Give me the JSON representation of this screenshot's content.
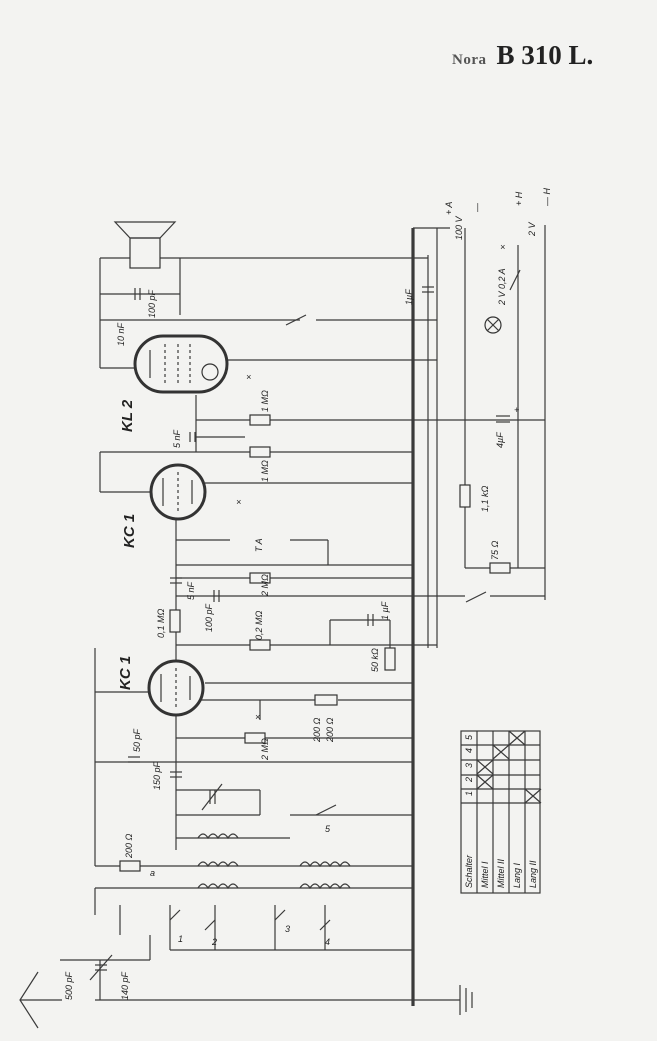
{
  "title": {
    "brand": "Nora",
    "model": "B 310 L."
  },
  "tubes": [
    "KL 2",
    "KC 1",
    "KC 1"
  ],
  "supply": {
    "plus_a": "+ A",
    "voltage_a": "100 V",
    "minus": "—",
    "plus_h": "+ H",
    "voltage_h": "2 V",
    "minus_h": "— H",
    "lamp": "2 V 0,2 A",
    "lamp_x": "×"
  },
  "components": {
    "c_10nf": "10 nF",
    "c_100pf_top": "100 pF",
    "c_1uf_top": "1µF",
    "c_5nf_kl2": "5 nF",
    "r_1m_a": "1 MΩ",
    "c_4uf": "4µF",
    "r_1m_b": "1 MΩ",
    "r_1_1k": "1,1 kΩ",
    "ta": "T A",
    "r_75": "75 Ω",
    "c_5nf_kc1": "5 nF",
    "r_2m_a": "2 MΩ",
    "r_0_1m": "0,1 MΩ",
    "c_100pf_mid": "100 pF",
    "r_0_2m": "0,2 MΩ",
    "c_1uf_mid": "1 µF",
    "r_50k": "50 kΩ",
    "r_200_a": "200 Ω",
    "r_200_b": "200 Ω",
    "r_2m_b": "2 MΩ",
    "c_50pf": "50 pF",
    "c_150pf": "150 pF",
    "r_200_ant": "200 Ω",
    "c_500pf": "500 pF",
    "c_140pf": "140 pF",
    "plus": "+",
    "x": "×",
    "coil_a": "a"
  },
  "switch_numbers": [
    "1",
    "2",
    "3",
    "4",
    "5"
  ],
  "switch_table": {
    "header_label": "Schalter",
    "columns": [
      "1",
      "2",
      "3",
      "4",
      "5"
    ],
    "rows": [
      {
        "label": "Mittel I",
        "marks": [
          false,
          true,
          true,
          false,
          false
        ]
      },
      {
        "label": "Mittel II",
        "marks": [
          false,
          false,
          false,
          true,
          false
        ]
      },
      {
        "label": "Lang I",
        "marks": [
          false,
          false,
          false,
          false,
          true
        ]
      },
      {
        "label": "Lang II",
        "marks": [
          true,
          false,
          false,
          false,
          false
        ]
      }
    ]
  }
}
